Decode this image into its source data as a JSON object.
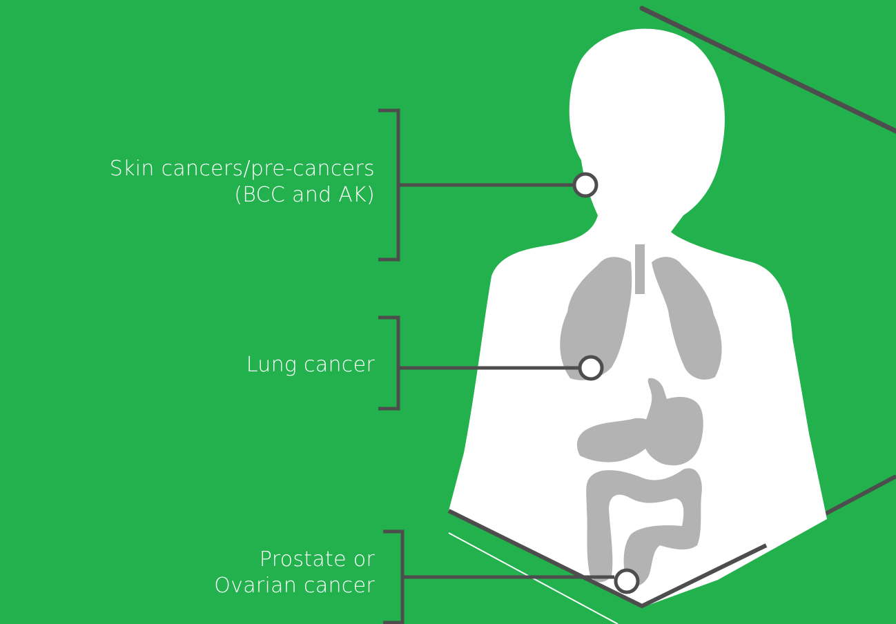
{
  "colors": {
    "background": "#23b14d",
    "body": "#ffffff",
    "organs": "#b3b3b3",
    "lines": "#4d4d4d"
  },
  "callouts": [
    {
      "id": "skin",
      "line1": "Skin cancers/pre-cancers",
      "line2": "(BCC and AK)"
    },
    {
      "id": "lung",
      "line1": "Lung cancer",
      "line2": ""
    },
    {
      "id": "prostate",
      "line1": "Prostate or",
      "line2": "Ovarian cancer"
    }
  ]
}
